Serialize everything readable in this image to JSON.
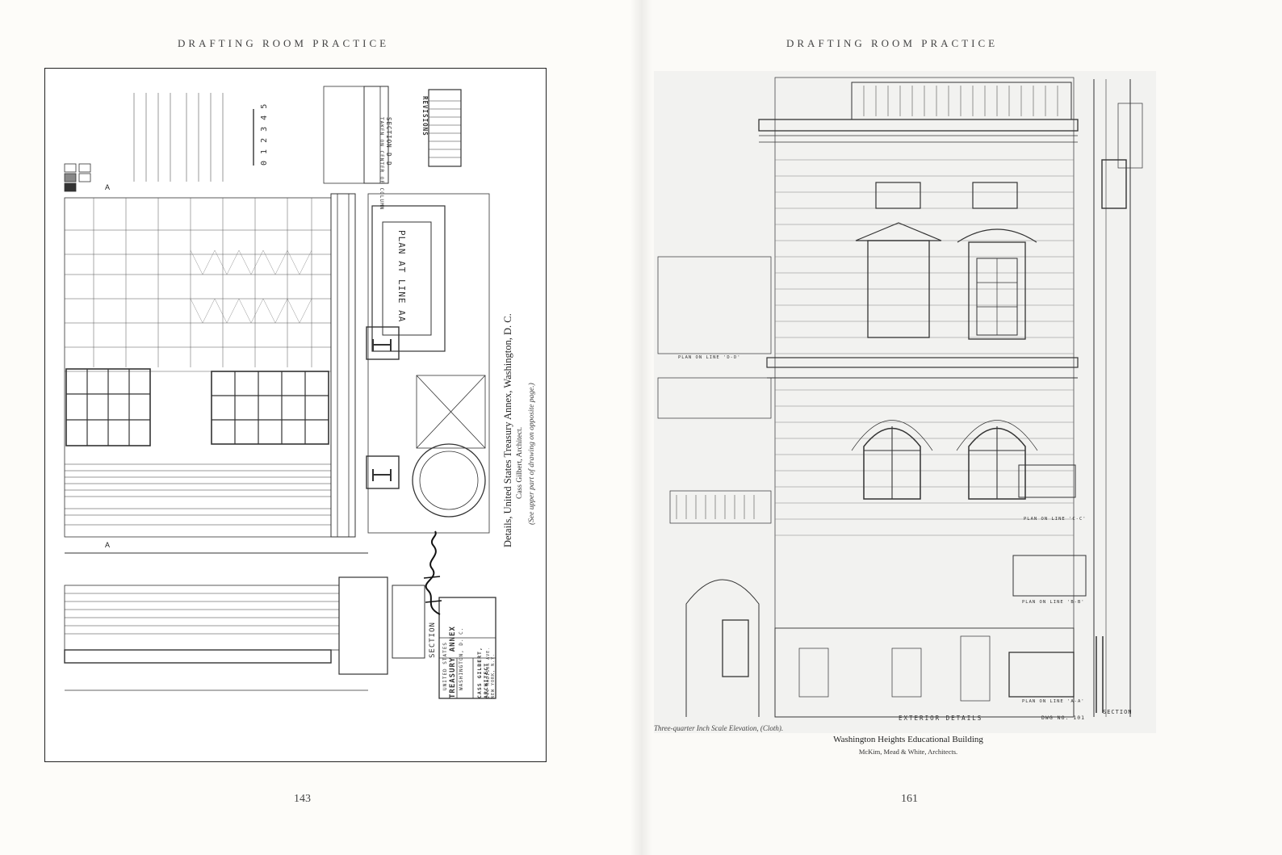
{
  "left_page": {
    "running_head": "DRAFTING ROOM PRACTICE",
    "page_number": "143",
    "caption_title": "Details, United States Treasury Annex, Washington, D. C.",
    "caption_architect": "Cass Gilbert, Architect.",
    "caption_note": "(See upper part of drawing on opposite page.)",
    "drawing_labels": {
      "section_dd": "SECTION D-D",
      "section_dd_sub": "TAKEN ON CENTER OF COLUMN",
      "revisions": "REVISIONS",
      "plan": "PLAN AT LINE AA",
      "section": "SECTION",
      "scale_numbers": "0 1 2 3 4 5",
      "title_block_1": "UNITED STATES",
      "title_block_2": "TREASURY ANNEX",
      "title_block_3": "WASHINGTON, D. C.",
      "title_block_4": "CASS GILBERT, ARCHITECT",
      "title_block_5": "244 MADISON AVE.   NEW YORK, N.Y."
    }
  },
  "right_page": {
    "running_head": "DRAFTING ROOM PRACTICE",
    "page_number": "161",
    "caption_small": "Three-quarter Inch Scale Elevation, (Cloth).",
    "caption_title": "Washington Heights Educational Building",
    "caption_architect": "McKim, Mead & White, Architects.",
    "drawing_labels": {
      "exterior_details": "EXTERIOR DETAILS",
      "section": "SECTION",
      "dwg_no": "DWG NO. 101",
      "plan_dd": "PLAN ON LINE 'D-D'",
      "plan_cc": "PLAN ON LINE 'C-C'",
      "plan_bb": "PLAN ON LINE 'B-B'",
      "plan_aa": "PLAN ON LINE 'A-A'"
    }
  }
}
